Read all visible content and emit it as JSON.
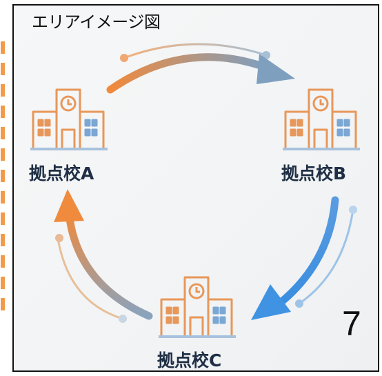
{
  "caption": "エリアイメージ図",
  "page_number": "7",
  "nodes": {
    "a": {
      "label": "拠点校A"
    },
    "b": {
      "label": "拠点校B"
    },
    "c": {
      "label": "拠点校C"
    }
  },
  "colors": {
    "orange": "#f08a3c",
    "blue": "#4a90d9",
    "navy": "#1f2f45",
    "left_dash": "#f39a4a"
  }
}
